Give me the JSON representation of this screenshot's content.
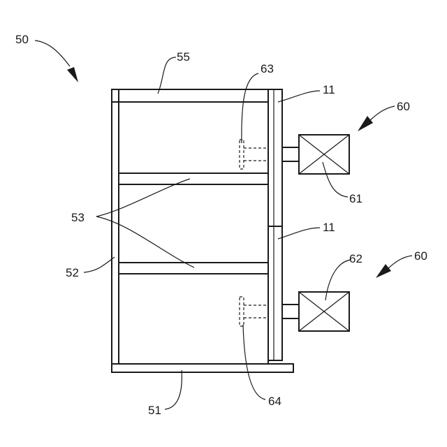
{
  "labels": {
    "l50": "50",
    "l55": "55",
    "l63": "63",
    "l11a": "11",
    "l60a": "60",
    "l61": "61",
    "l53": "53",
    "l11b": "11",
    "l52": "52",
    "l62": "62",
    "l60b": "60",
    "l51": "51",
    "l64": "64"
  }
}
